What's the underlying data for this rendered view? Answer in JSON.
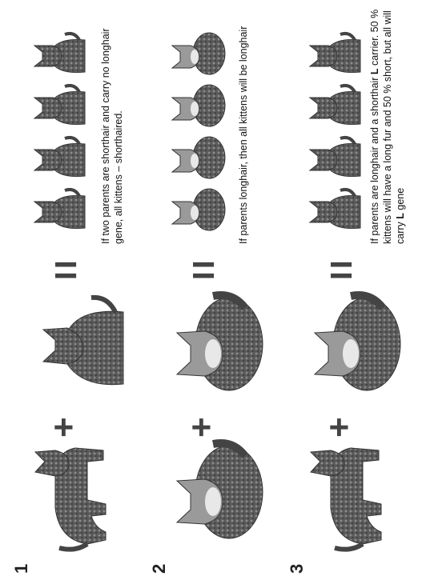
{
  "symbols": {
    "plus": "+",
    "equals": "="
  },
  "rows": [
    {
      "number": "1",
      "caption": "If two parents are shorthair and carry no longhair gene, all kittens – shorthaired."
    },
    {
      "number": "2",
      "caption": "If parents longhair, then all kittens will be longhair"
    },
    {
      "number": "3",
      "caption_part1": "If parents are longhair and a shorthair ",
      "carrier_gene": "L",
      "caption_part2": " carrier. 50 % kittens will have a long fur and 50 % short, but all will carry ",
      "caption_part3": " gene"
    }
  ]
}
